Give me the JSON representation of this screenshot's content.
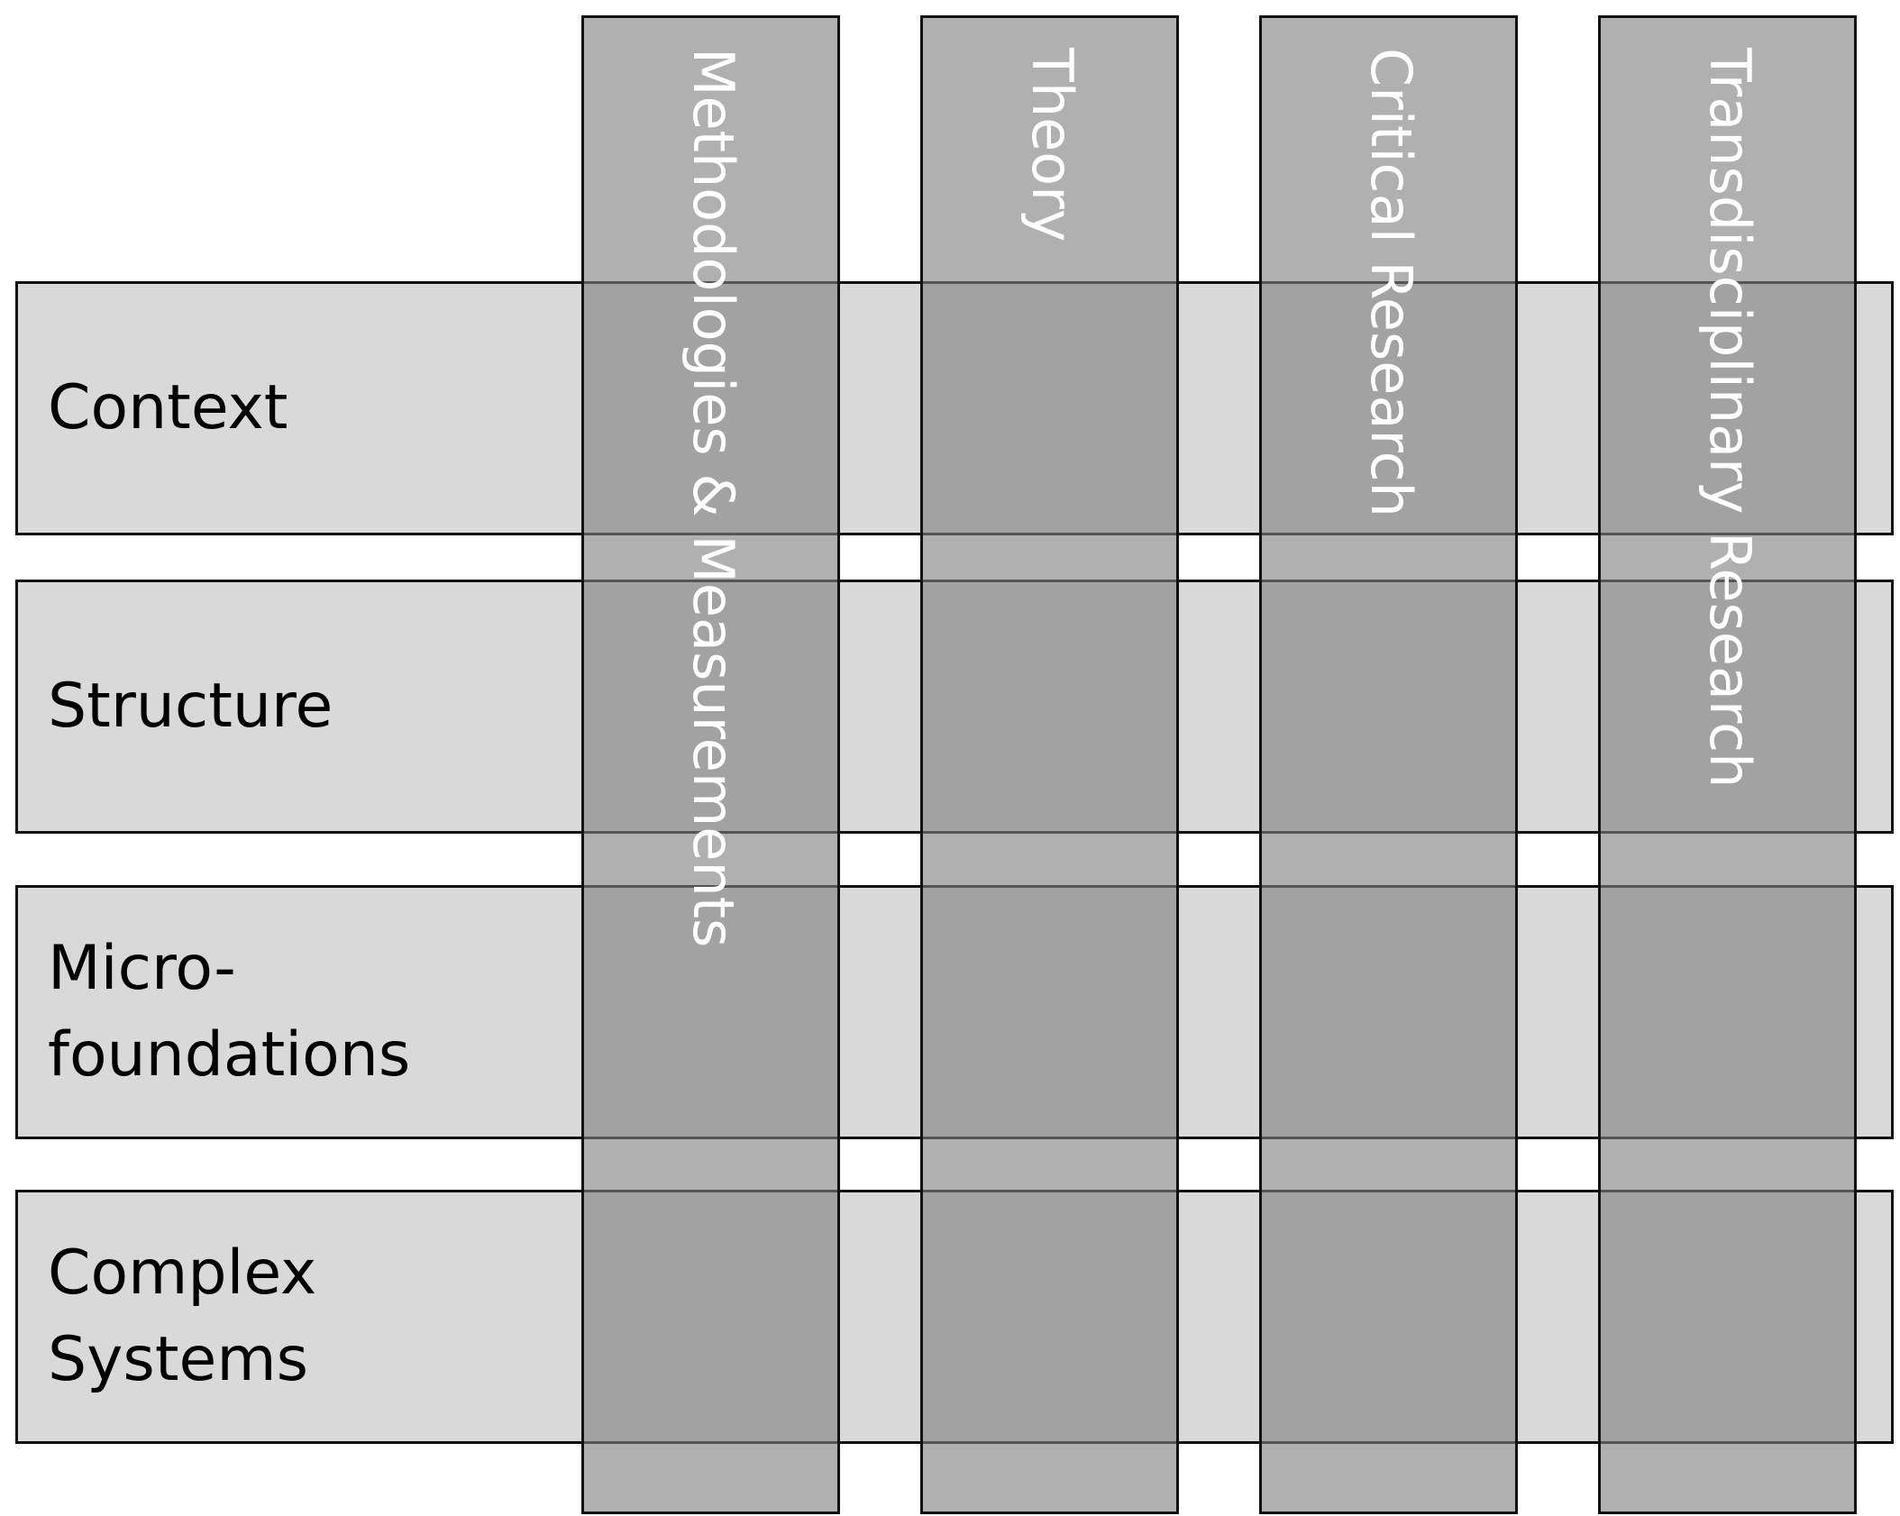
{
  "rows": [
    {
      "lines": [
        "Context"
      ]
    },
    {
      "lines": [
        "Structure"
      ]
    },
    {
      "lines": [
        "Micro-",
        "foundations"
      ]
    },
    {
      "lines": [
        "Complex",
        "Systems"
      ]
    }
  ],
  "columns": [
    {
      "label": "Methodologies & Measurements"
    },
    {
      "label": "Theory"
    },
    {
      "label": "Critical Research"
    },
    {
      "label": "Transdisciplinary Research"
    }
  ],
  "colors": {
    "row_fill": "#d9d9d9",
    "column_fill": "#a6a6a6",
    "overlap_fill": "#999999",
    "outline": "#111111",
    "row_text": "#000000",
    "column_text": "#ffffff"
  }
}
